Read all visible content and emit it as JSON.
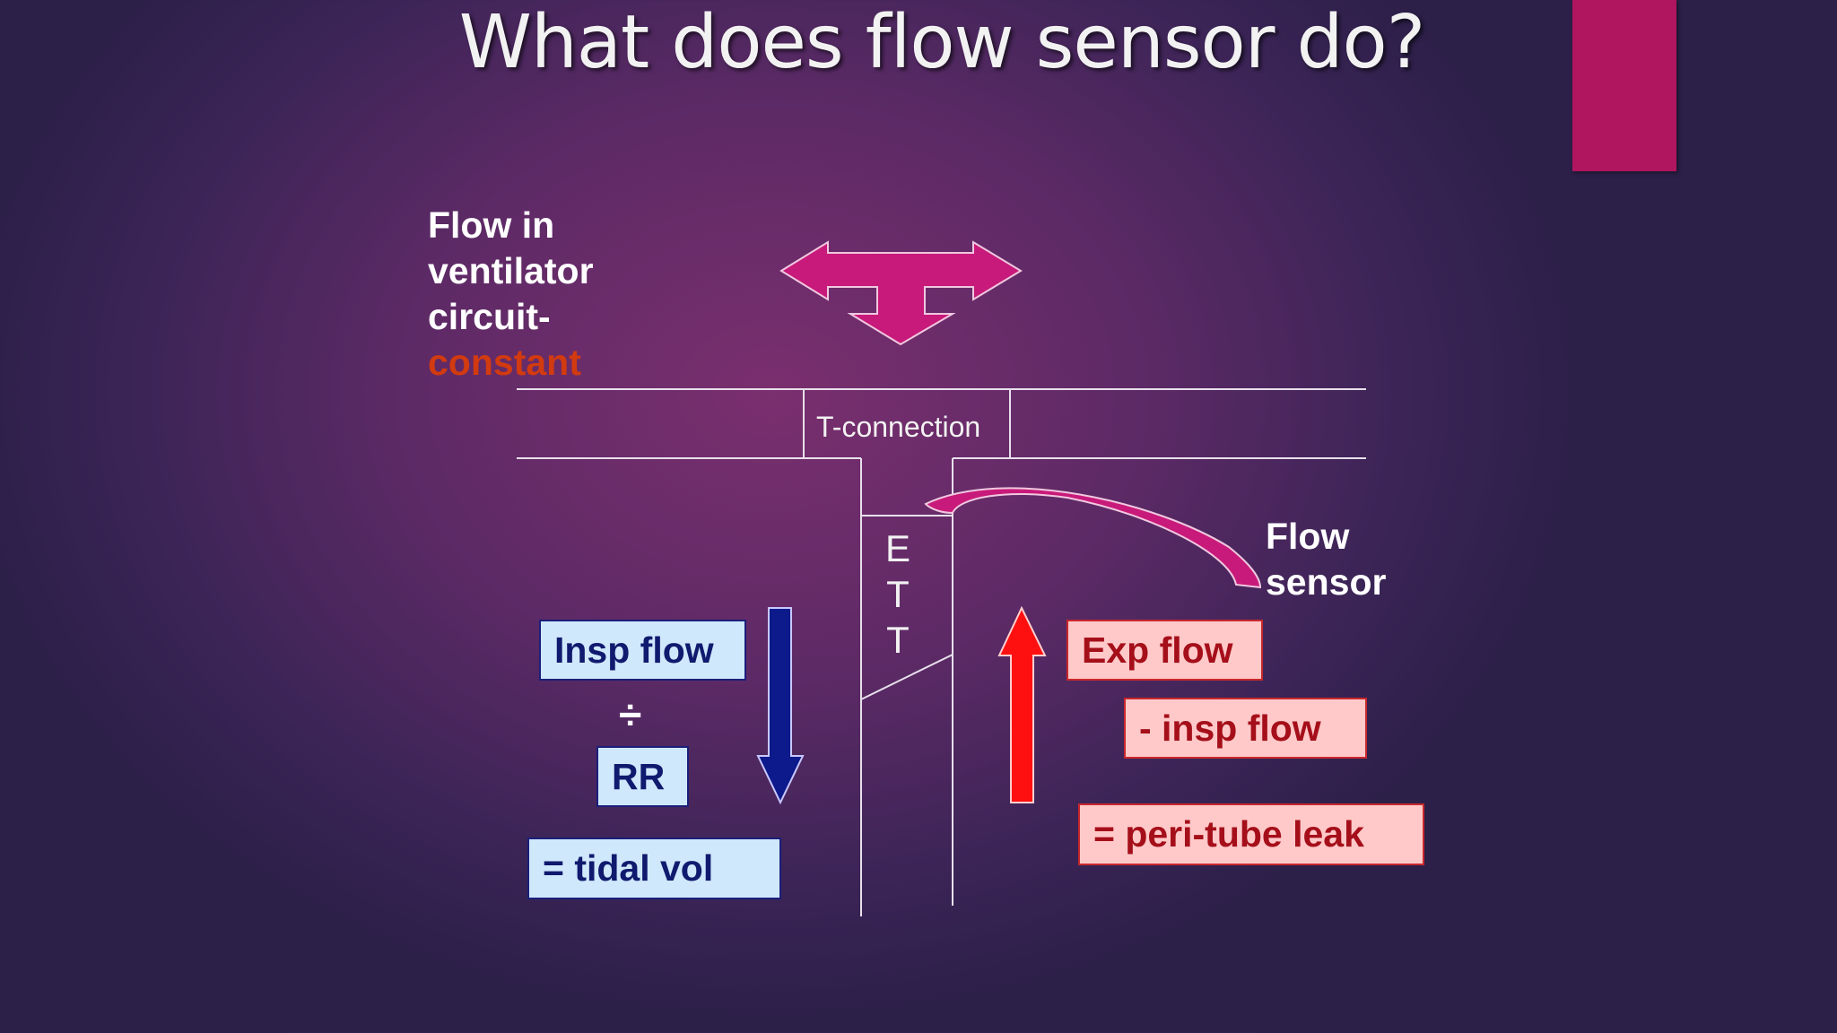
{
  "slide": {
    "title": "What does flow sensor do?",
    "accent_color": "#b0155f"
  },
  "diagram": {
    "circuit_label_lines": [
      "Flow in",
      "ventilator",
      "circuit-"
    ],
    "circuit_label_highlight": "constant",
    "t_connection_label": "T-connection",
    "ett_letters": [
      "E",
      "T",
      "T"
    ],
    "flow_sensor_label_lines": [
      "Flow",
      "sensor"
    ],
    "insp_flow_label": "Insp flow",
    "divide_symbol": "÷",
    "rr_label": "RR",
    "tidal_vol_label": "= tidal vol",
    "exp_flow_label": "Exp flow",
    "minus_insp_flow_label": "- insp flow",
    "peri_tube_leak_label": "= peri-tube leak",
    "colors": {
      "highlight_text": "#d23a10",
      "inspiration": "#0d1a8c",
      "expiration": "#ff1010",
      "tee_arrow": "#c81a7a"
    }
  }
}
